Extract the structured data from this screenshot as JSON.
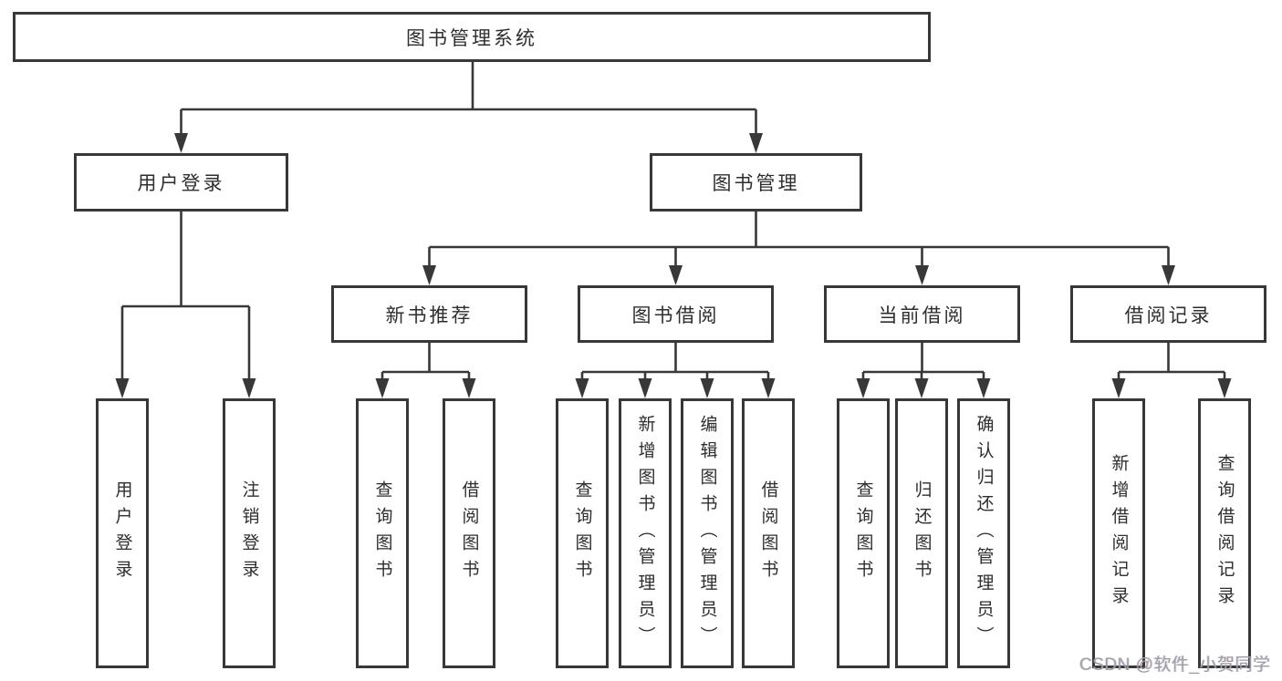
{
  "tree": {
    "root": "图书管理系统",
    "children": [
      {
        "label": "用户登录",
        "children": [
          "用户登录",
          "注销登录"
        ]
      },
      {
        "label": "图书管理",
        "children": [
          {
            "label": "新书推荐",
            "children": [
              "查询图书",
              "借阅图书"
            ]
          },
          {
            "label": "图书借阅",
            "children": [
              "查询图书",
              "新增图书（管理员）",
              "编辑图书（管理员）",
              "借阅图书"
            ]
          },
          {
            "label": "当前借阅",
            "children": [
              "查询图书",
              "归还图书",
              "确认归还（管理员）"
            ]
          },
          {
            "label": "借阅记录",
            "children": [
              "新增借阅记录",
              "查询借阅记录"
            ]
          }
        ]
      }
    ]
  },
  "watermark": {
    "text": "CSDN @软件_小贺同学"
  },
  "colors": {
    "line": "#383838",
    "text": "#2e2e2e",
    "watermark": "#9b9fa4",
    "background": "#ffffff"
  }
}
